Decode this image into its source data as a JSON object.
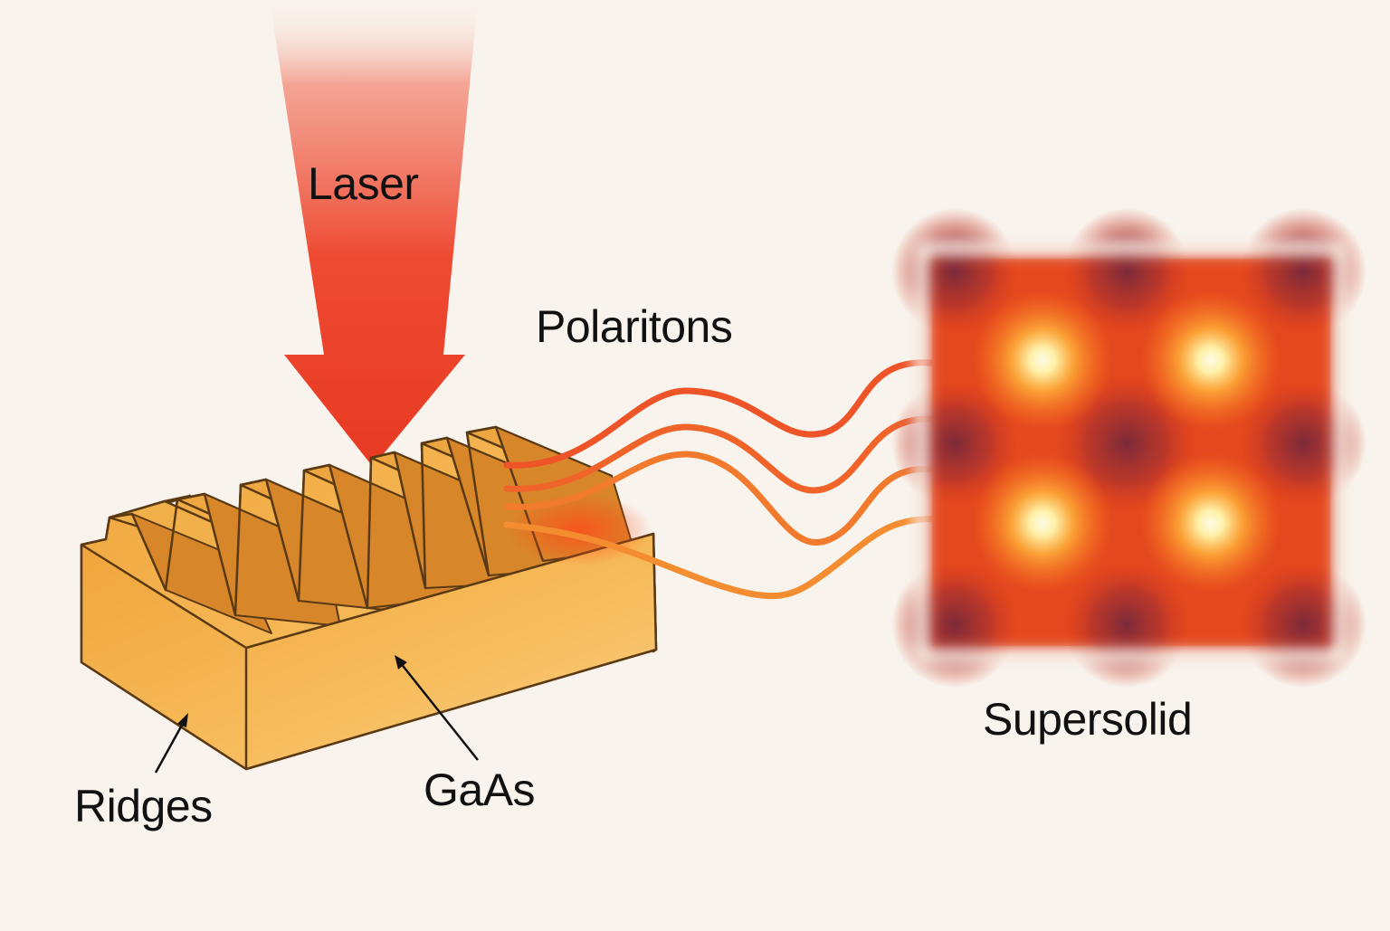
{
  "labels": {
    "laser": "Laser",
    "polaritons": "Polaritons",
    "supersolid": "Supersolid",
    "ridges": "Ridges",
    "gaas": "GaAs"
  },
  "colors": {
    "background": "#f8f3ec",
    "laser_red": "#e83a22",
    "gaas_orange": "#f5b24a",
    "ridge_outline": "#5a3a14",
    "wave": "#f2622a",
    "lattice_dark": "#7a2a3a",
    "lattice_glow": "#fff4c0"
  }
}
